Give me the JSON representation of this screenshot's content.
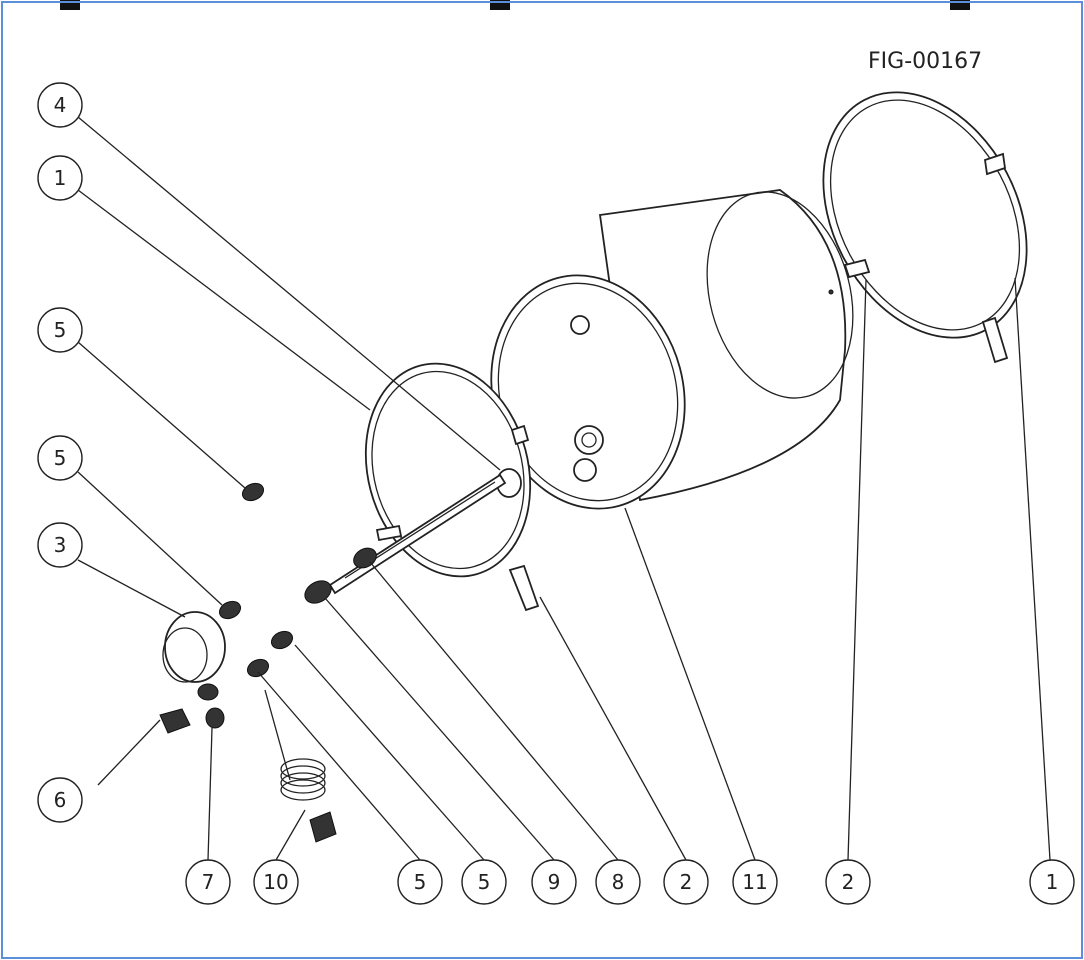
{
  "figure_id": "FIG-00167",
  "balloons": [
    {
      "id": "b-4",
      "label": "4"
    },
    {
      "id": "b-1-top",
      "label": "1"
    },
    {
      "id": "b-5-a",
      "label": "5"
    },
    {
      "id": "b-5-b",
      "label": "5"
    },
    {
      "id": "b-3",
      "label": "3"
    },
    {
      "id": "b-6",
      "label": "6"
    },
    {
      "id": "b-7",
      "label": "7"
    },
    {
      "id": "b-10",
      "label": "10"
    },
    {
      "id": "b-5-c",
      "label": "5"
    },
    {
      "id": "b-5-d",
      "label": "5"
    },
    {
      "id": "b-9",
      "label": "9"
    },
    {
      "id": "b-8",
      "label": "8"
    },
    {
      "id": "b-2-a",
      "label": "2"
    },
    {
      "id": "b-11",
      "label": "11"
    },
    {
      "id": "b-2-b",
      "label": "2"
    },
    {
      "id": "b-1-bottom",
      "label": "1"
    }
  ],
  "colors": {
    "frame": "#5b8fd9",
    "ink": "#222222"
  }
}
